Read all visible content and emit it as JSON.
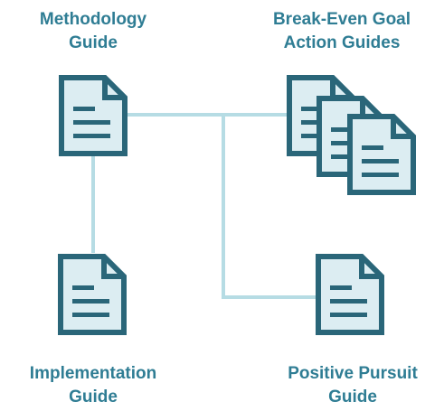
{
  "colors": {
    "accent_text": "#2f7d94",
    "doc_stroke": "#2a6679",
    "doc_fill": "#dcedf2",
    "connector": "#b6dce4"
  },
  "icons": {
    "document": "document-icon"
  },
  "nodes": {
    "methodology": {
      "label_line1": "Methodology",
      "label_line2": "Guide"
    },
    "break_even": {
      "label_line1": "Break-Even Goal",
      "label_line2": "Action Guides"
    },
    "implementation": {
      "label_line1": "Implementation",
      "label_line2": "Guide"
    },
    "positive_pursuit": {
      "label_line1": "Positive Pursuit",
      "label_line2": "Guide"
    }
  }
}
